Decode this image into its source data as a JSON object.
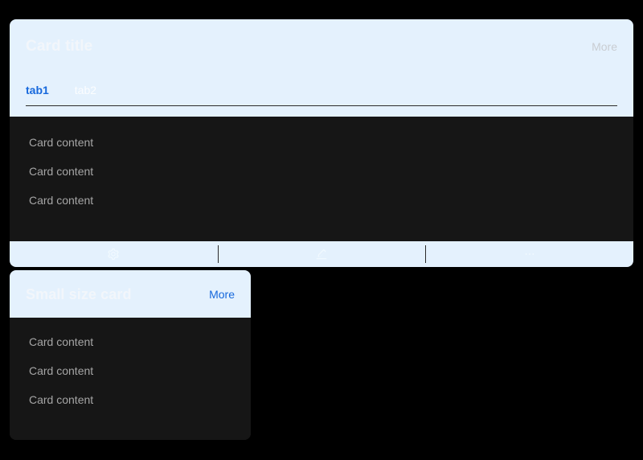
{
  "page": {
    "background_color": "#000000"
  },
  "cards": {
    "large": {
      "title": "Card title",
      "extra_label": "More",
      "tabs": [
        {
          "label": "tab1",
          "active": true
        },
        {
          "label": "tab2",
          "active": false
        }
      ],
      "content_lines": [
        "Card content",
        "Card content",
        "Card content"
      ],
      "actions": [
        {
          "icon": "setting-icon",
          "label": "Setting"
        },
        {
          "icon": "edit-icon",
          "label": "Edit"
        },
        {
          "icon": "ellipsis-icon",
          "label": "More actions"
        }
      ],
      "colors": {
        "head_background": "#e4f1fd",
        "body_background": "#161616",
        "title_color": "#f2f6fb",
        "extra_color": "#c9cdd2",
        "active_tab_color": "#1668dc",
        "content_color": "#a6a6a6"
      }
    },
    "small": {
      "title": "Small size card",
      "extra_label": "More",
      "content_lines": [
        "Card content",
        "Card content",
        "Card content"
      ],
      "colors": {
        "head_background": "#e4f1fd",
        "body_background": "#161616",
        "title_color": "#f2f6fb",
        "extra_color": "#1668dc",
        "content_color": "#a6a6a6"
      }
    }
  }
}
